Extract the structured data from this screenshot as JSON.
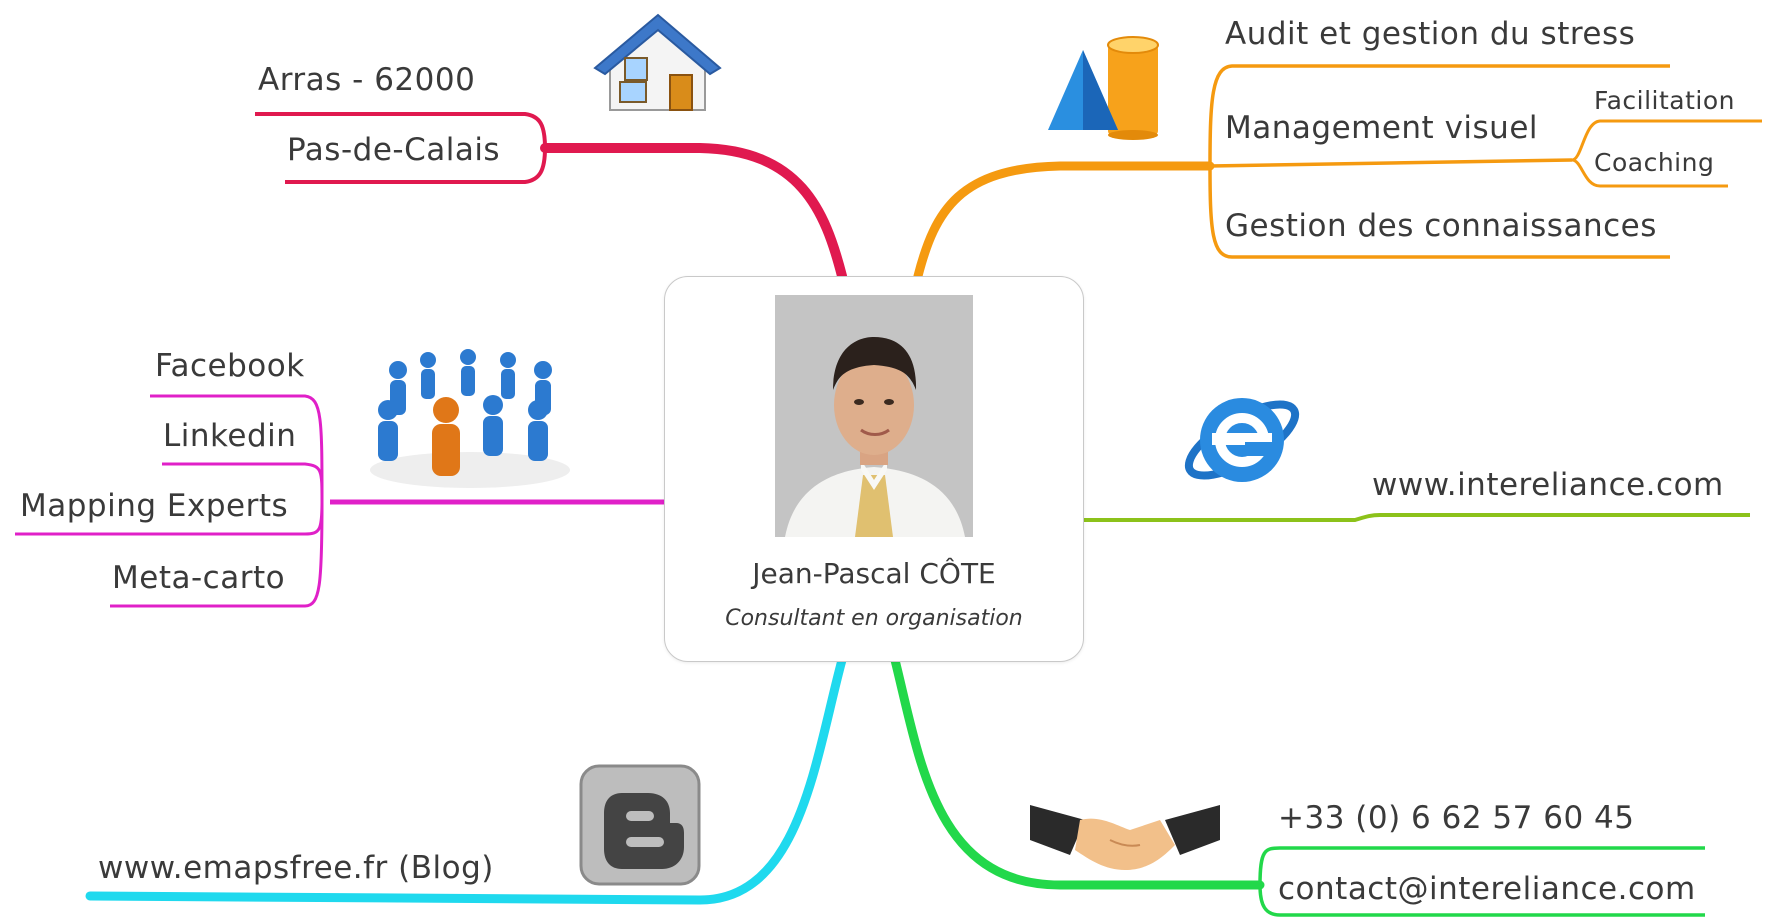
{
  "center": {
    "name": "Jean-Pascal CÔTE",
    "role": "Consultant en organisation",
    "photo": "portrait-photo"
  },
  "branches": {
    "location": {
      "color": "#e0194f",
      "icon": "house-icon",
      "items": [
        "Arras - 62000",
        "Pas-de-Calais"
      ]
    },
    "services": {
      "color": "#f59a10",
      "icon": "shapes-icon",
      "items": [
        "Audit et gestion du stress",
        "Management visuel",
        "Gestion des connaissances"
      ],
      "sub_items": [
        "Facilitation",
        "Coaching"
      ]
    },
    "networks": {
      "color": "#e020c8",
      "icon": "people-network-icon",
      "items": [
        "Facebook",
        "Linkedin",
        "Mapping Experts",
        "Meta-carto"
      ]
    },
    "website": {
      "color": "#8cc21a",
      "icon": "internet-explorer-icon",
      "items": [
        "www.intereliance.com"
      ]
    },
    "blog": {
      "color": "#1fd9ee",
      "icon": "blogger-icon",
      "items": [
        "www.emapsfree.fr (Blog)"
      ]
    },
    "contact": {
      "color": "#22d84a",
      "icon": "handshake-icon",
      "items": [
        "+33 (0) 6 62 57 60 45",
        "contact@intereliance.com"
      ]
    }
  }
}
